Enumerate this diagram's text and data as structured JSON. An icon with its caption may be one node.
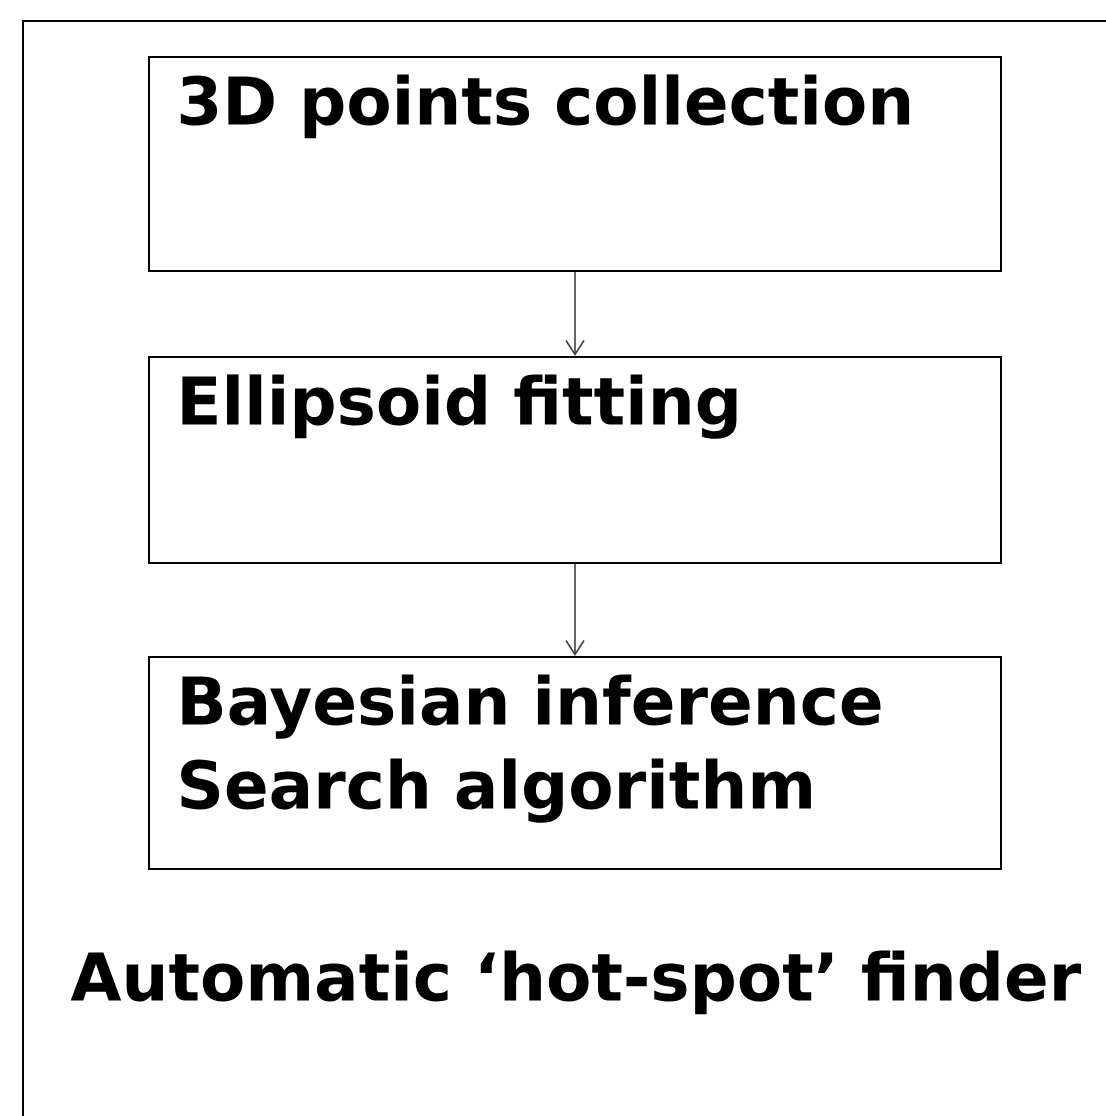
{
  "diagram": {
    "nodes": [
      {
        "text": [
          "Automatic ‘hot-spot’ finder"
        ]
      },
      {
        "text": [
          "3D points collection"
        ],
        "in": 0
      },
      {
        "text": [
          "Ellipsoid fitting"
        ],
        "in": 0
      },
      {
        "text": [
          "Bayesian inference Search algorithm"
        ],
        "in": 0
      }
    ],
    "edges": [
      {
        "from": 1,
        "to": 2,
        "arrow": "to"
      },
      {
        "from": 2,
        "to": 3,
        "arrow": "to"
      }
    ]
  }
}
